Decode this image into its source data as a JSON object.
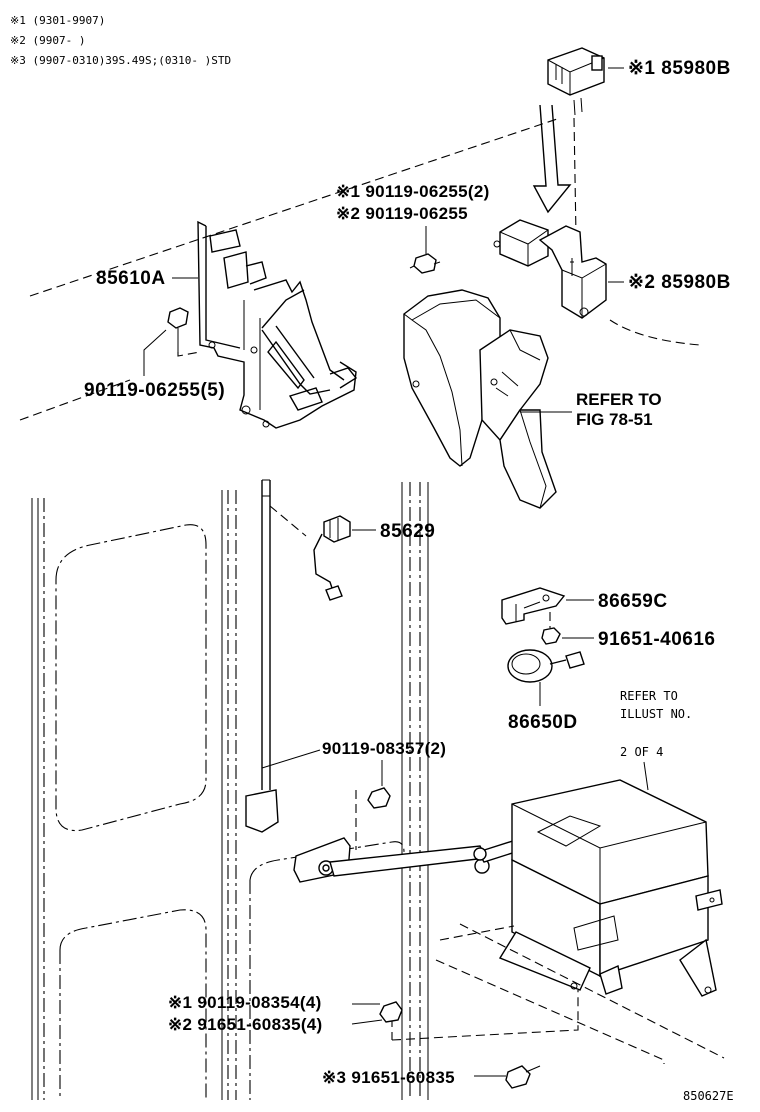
{
  "notes": [
    "※1 (9301-9907)",
    "※2 (9907-      )",
    "※3 (9907-0310)39S.49S;(0310-      )STD"
  ],
  "labels": {
    "p85980b_1": "※1 85980B",
    "p85980b_2": "※2 85980B",
    "p90119_06255_a": "※1 90119-06255(2)",
    "p90119_06255_b": "※2 90119-06255",
    "p85610a": "85610A",
    "p90119_06255_5": "90119-06255(5)",
    "refer_fig_1": "REFER TO",
    "refer_fig_2": "FIG 78-51",
    "p85629": "85629",
    "p86659c": "86659C",
    "p91651_40616": "91651-40616",
    "p86650d": "86650D",
    "refer_illust_1": "REFER TO",
    "refer_illust_2": "ILLUST NO.",
    "refer_illust_3": "2 OF 4",
    "p90119_08357": "90119-08357(2)",
    "p90119_08354": "※1  90119-08354(4)",
    "p91651_60835_4": "※2  91651-60835(4)",
    "p91651_60835": "※3 91651-60835",
    "illustration_no": "850627E"
  }
}
